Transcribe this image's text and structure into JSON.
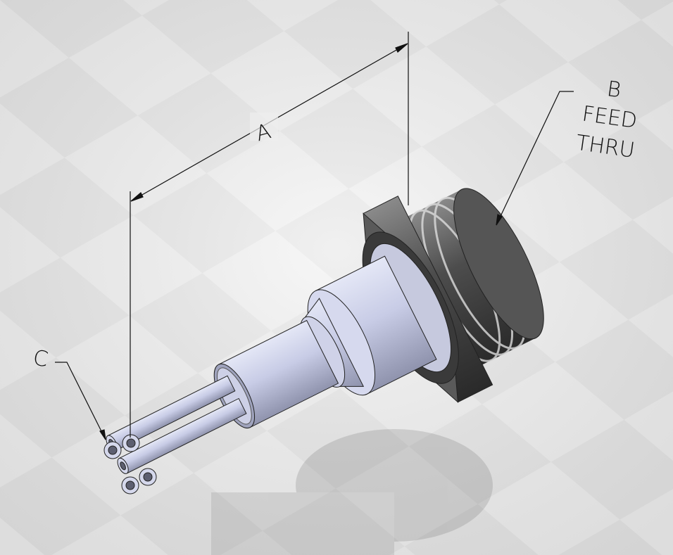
{
  "drawing": {
    "dimension_a": "A",
    "callout_b": [
      "B",
      "FEED",
      "THRU"
    ],
    "callout_c": "C"
  },
  "colors": {
    "background_light": "#f4f4f4",
    "background_dark": "#d8d8d8",
    "body": "#c9cde6",
    "metal": "#4a4a4a",
    "line": "#111111"
  }
}
